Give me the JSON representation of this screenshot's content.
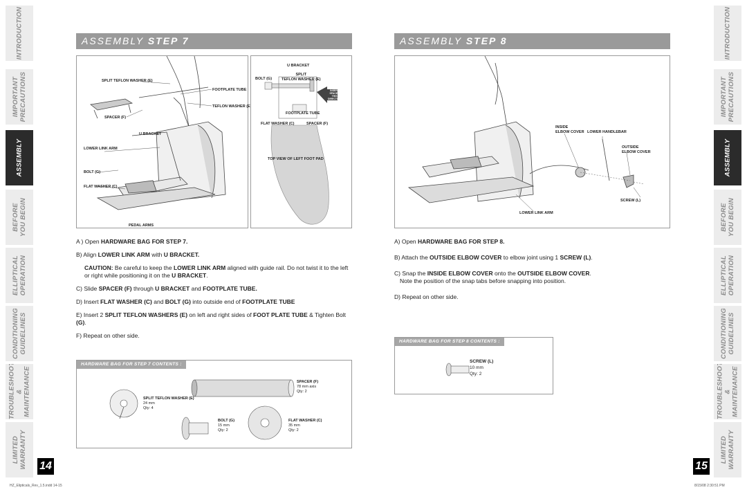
{
  "left_tabs": [
    {
      "label": "INTRODUCTION",
      "active": false
    },
    {
      "label": "IMPORTANT\nPRECAUTIONS",
      "active": false
    },
    {
      "label": "ASSEMBLY",
      "active": true
    },
    {
      "label": "BEFORE\nYOU BEGIN",
      "active": false
    },
    {
      "label": "ELLIPTICAL\nOPERATION",
      "active": false
    },
    {
      "label": "CONDITIONING\nGUIDELINES",
      "active": false
    },
    {
      "label": "TROUBLESHOOTING\n& MAINTENANCE",
      "active": false
    },
    {
      "label": "LIMITED\nWARRANTY",
      "active": false
    }
  ],
  "right_tabs": [
    {
      "label": "INTRODUCTION",
      "active": false
    },
    {
      "label": "IMPORTANT\nPRECAUTIONS",
      "active": false
    },
    {
      "label": "ASSEMBLY",
      "active": true
    },
    {
      "label": "BEFORE\nYOU BEGIN",
      "active": false
    },
    {
      "label": "ELLIPTICAL\nOPERATION",
      "active": false
    },
    {
      "label": "CONDITIONING\nGUIDELINES",
      "active": false
    },
    {
      "label": "TROUBLESHOOTING\n& MAINTENANCE",
      "active": false
    },
    {
      "label": "LIMITED\nWARRANTY",
      "active": false
    }
  ],
  "page_left": {
    "number": "14",
    "header_light": "ASSEMBLY",
    "header_bold": "STEP 7"
  },
  "page_right": {
    "number": "15",
    "header_light": "ASSEMBLY",
    "header_bold": "STEP 8"
  },
  "fig7_labels": {
    "split_teflon_washer": "SPLIT TEFLON WASHER (E)",
    "footplate_tube": "FOOTPLATE TUBE",
    "teflon_washer": "TEFLON WASHER (E)",
    "spacer": "SPACER (F)",
    "u_bracket": "U BRACKET",
    "lower_link_arm": "LOWER LINK ARM",
    "bolt": "BOLT (G)",
    "flat_washer": "FLAT WASHER (C)",
    "pedal_arms": "PEDAL ARMS"
  },
  "fig7_detail": {
    "u_bracket": "U BRACKET",
    "bolt": "BOLT (G)",
    "split_teflon_washer": "SPLIT\nTEFLON WASHER (E)",
    "footplate_tube": "FOOTPLATE TUBE",
    "flat_washer": "FLAT WASHER (C)",
    "spacer": "SPACER (F)",
    "arrow_text": "INSERT\nSPACER\nTHIS\nDIRECTION",
    "caption": "TOP VIEW OF LEFT FOOT PAD"
  },
  "step7": {
    "a": {
      "pre": "A ) Open ",
      "bold": "HARDWARE BAG FOR STEP 7."
    },
    "b": {
      "pre": "B) Align ",
      "bold1": "LOWER LINK ARM",
      "mid": " with ",
      "bold2": "U BRACKET."
    },
    "caution": {
      "bold": "CAUTION:",
      "pre": " Be careful to keep the ",
      "bold2": "LOWER LINK ARM",
      "post": " aligned with guide rail. Do not twist it to the left or right while positioning it on the ",
      "bold3": "U BRACKET",
      "end": "."
    },
    "c": {
      "pre": "C) Slide ",
      "bold1": "SPACER (F)",
      "mid": " through ",
      "bold2": "U BRACKET",
      "mid2": " and ",
      "bold3": "FOOTPLATE TUBE."
    },
    "d": {
      "pre": "D) Insert ",
      "bold1": "FLAT WASHER (C)",
      "mid": " and ",
      "bold2": "BOLT (G)",
      "mid2": " into outside end of ",
      "bold3": "FOOTPLATE TUBE"
    },
    "e": {
      "pre": "E) Insert 2 ",
      "bold1": "SPLIT TEFLON WASHERS (E)",
      "mid": " on left and right sides of ",
      "bold2": "FOOT PLATE TUBE",
      "mid2": " & Tighten Bolt ",
      "bold3": "(G)",
      "end": "."
    },
    "f": "F) Repeat on other side."
  },
  "contents7": {
    "title": "HARDWARE BAG FOR STEP 7 CONTENTS :",
    "spacer": {
      "name": "SPACER (F)",
      "size": "78 mm axis",
      "qty": "Qty: 2"
    },
    "washer": {
      "name": "SPLIT TEFLON WASHER (E)",
      "size": "24 mm",
      "qty": "Qty: 4"
    },
    "bolt": {
      "name": "BOLT (G)",
      "size": "15 mm",
      "qty": "Qty: 2"
    },
    "flat": {
      "name": "FLAT WASHER (C)",
      "size": "35 mm",
      "qty": "Qty: 2"
    }
  },
  "fig8_labels": {
    "inside_elbow": "INSIDE\nELBOW COVER",
    "lower_handlebar": "LOWER HANDLEBAR",
    "outside_elbow": "OUTSIDE\nELBOW COVER",
    "screw": "SCREW (L)",
    "lower_link_arm": "LOWER LINK ARM"
  },
  "step8": {
    "a": {
      "pre": "A) Open ",
      "bold": "HARDWARE BAG FOR STEP 8."
    },
    "b": {
      "pre": "B) Attach the ",
      "bold1": "OUTSIDE ELBOW COVER",
      "mid": " to elbow joint using 1 ",
      "bold2": "SCREW (L)",
      "end": "."
    },
    "c": {
      "pre": "C) Snap the ",
      "bold1": "INSIDE ELBOW COVER",
      "mid": " onto the ",
      "bold2": "OUTSIDE ELBOW COVER",
      "end": ".",
      "note": "Note the position of the snap tabs before snapping into position."
    },
    "d": "D) Repeat on other side."
  },
  "contents8": {
    "title": "HARDWARE BAG FOR STEP 8 CONTENTS :",
    "screw": {
      "name": "SCREW (L)",
      "size": "10 mm",
      "qty": "Qty: 2"
    }
  },
  "footer": {
    "file": "HZ_Elipticals_Rev_1.5.indd   14-15",
    "date": "8/15/08   2:30:51 PM"
  }
}
